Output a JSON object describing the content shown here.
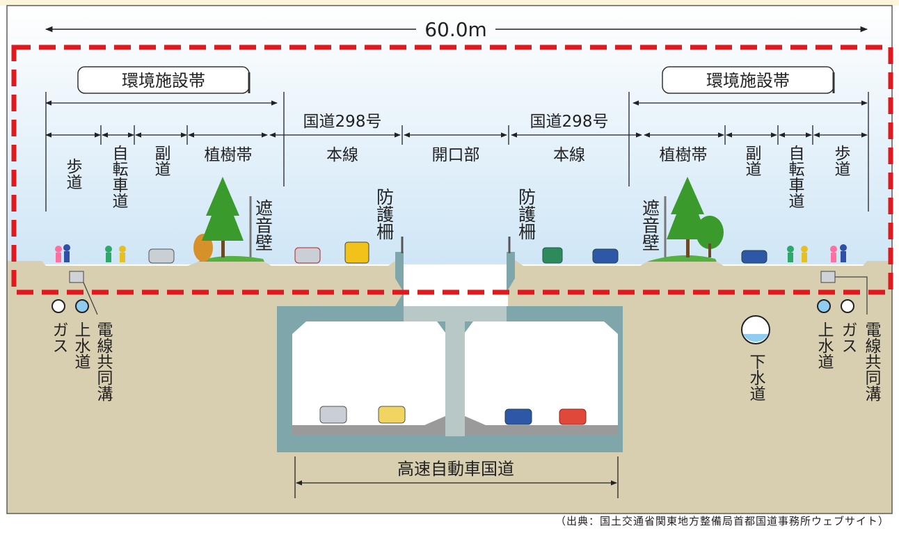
{
  "dimension": "60.0m",
  "env_band_label": "環境施設帯",
  "sections": {
    "sidewalk": "歩道",
    "bike_lane": "自転車道",
    "side_road": "副道",
    "planting_strip": "植樹帯",
    "route_name": "国道298号",
    "main_line": "本線",
    "opening": "開口部"
  },
  "structures": {
    "noise_barrier": "遮音壁",
    "guard_fence": "防護柵"
  },
  "utilities": {
    "gas": "ガス",
    "water": "上水道",
    "cable_trench": "電線共同溝",
    "sewer": "下水道"
  },
  "expressway": "高速自動車国道",
  "source": "（出典：国土交通省関東地方整備局首都国道事務所ウェブサイト）",
  "colors": {
    "sky_top": "#ffffff",
    "sky_bottom": "#cfe6f6",
    "soil": "#d8cfb0",
    "concrete": "#7fa7ab",
    "frame": "#5c5c5c",
    "highlight": "#e0191e",
    "tree": "#3a9a2c",
    "grass": "#54b040"
  }
}
